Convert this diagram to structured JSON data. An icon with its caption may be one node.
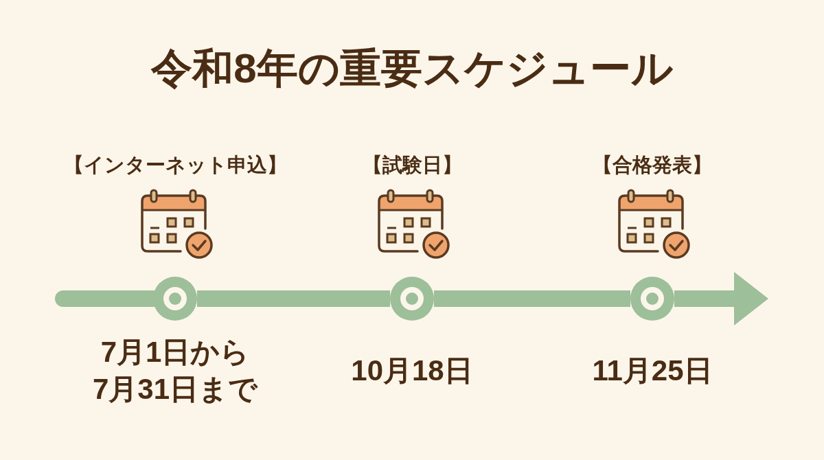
{
  "diagram": {
    "title": "令和8年の重要スケジュール",
    "nodes": [
      {
        "text": [],
        "shape": "circle",
        "beside": [
          "7月1日から7月31日まで"
        ]
      },
      {
        "text": [],
        "shape": "circle",
        "beside": [
          "10月18日"
        ]
      },
      {
        "text": [],
        "shape": "circle",
        "beside": [
          "11月25日"
        ]
      }
    ],
    "edges": [
      {
        "from": null,
        "to": 0,
        "arrow": "none"
      },
      {
        "from": 0,
        "to": 1,
        "arrow": "none"
      },
      {
        "from": 1,
        "to": 2,
        "arrow": "none"
      },
      {
        "from": 2,
        "to": null,
        "arrow": "to"
      }
    ],
    "labels": [
      "【インターネット申込】",
      "【試験日】",
      "【合格発表】"
    ]
  }
}
